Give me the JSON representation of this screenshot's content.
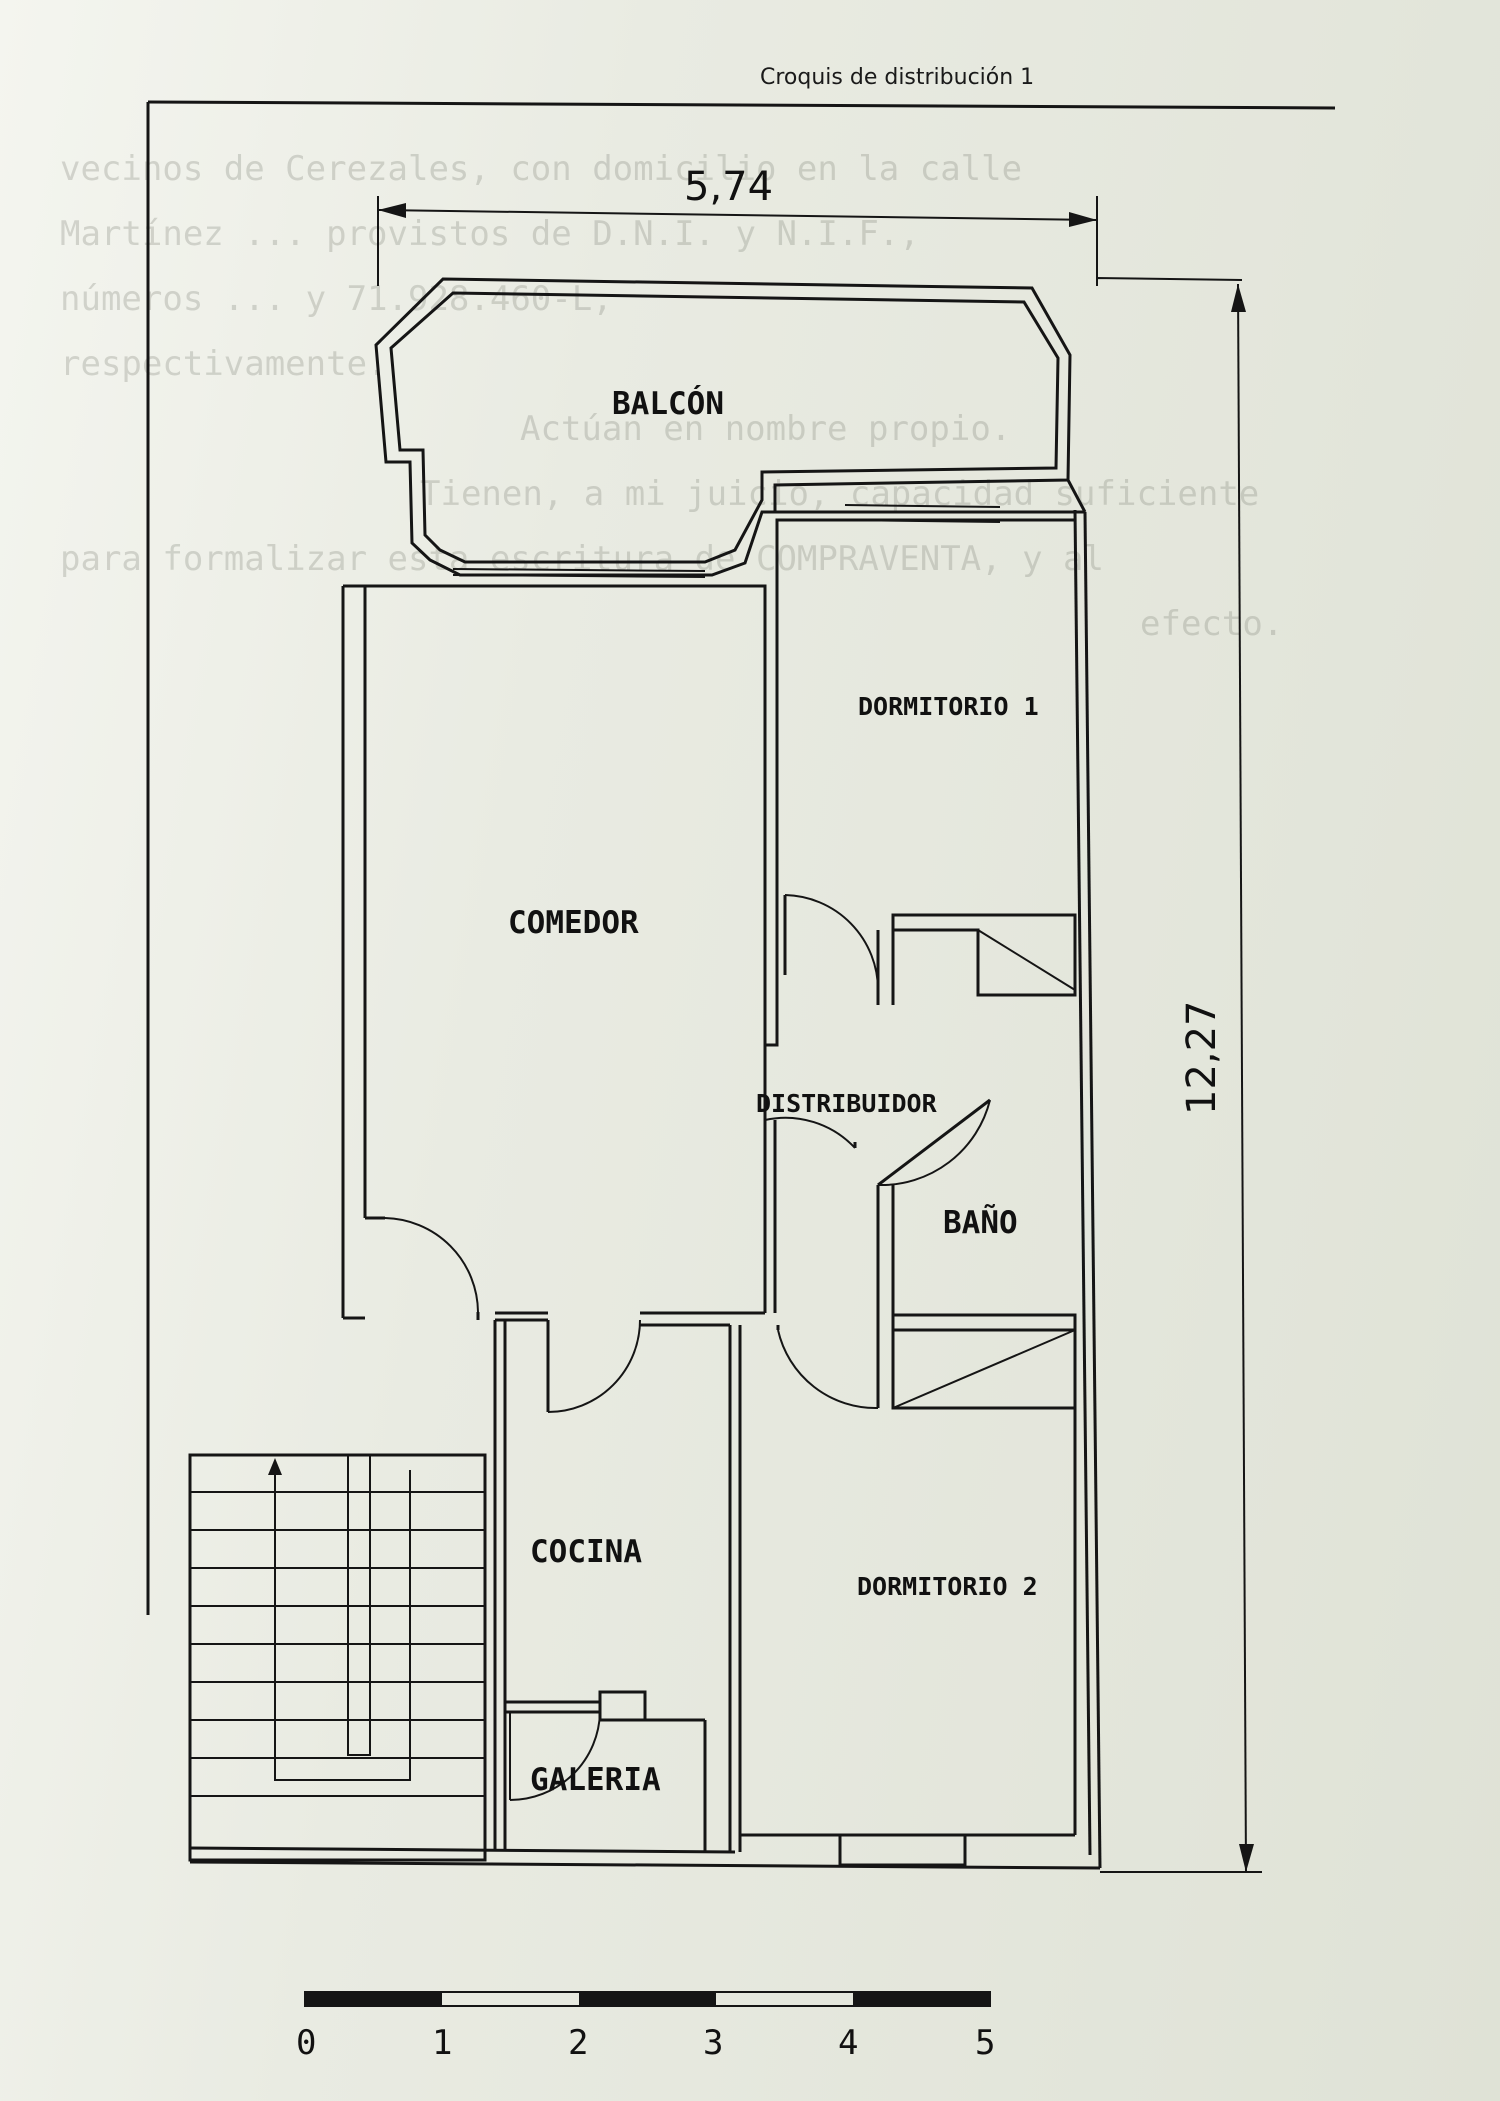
{
  "header": {
    "title": "Croquis de distribución 1"
  },
  "dimensions": {
    "width_label": "5,74",
    "height_label": "12,27"
  },
  "rooms": {
    "balcon": "BALCÓN",
    "dormitorio1": "DORMITORIO 1",
    "comedor": "COMEDOR",
    "distribuidor": "DISTRIBUIDOR",
    "bano": "BAÑO",
    "cocina": "COCINA",
    "dormitorio2": "DORMITORIO 2",
    "galeria": "GALERIA"
  },
  "scale_bar": {
    "ticks": [
      "0",
      "1",
      "2",
      "3",
      "4",
      "5"
    ]
  },
  "background_text": [
    "vecinos de Cerezales, con domicilio en la calle",
    "Martínez ... provistos de D.N.I. y N.I.F.,",
    "números ... y 71.928.460-L,",
    "respectivamente.",
    "Actúan en nombre propio.",
    "Tienen, a mi juicio, capacidad suficiente",
    "para formalizar esta escritura de COMPRAVENTA, y al",
    "efecto."
  ]
}
